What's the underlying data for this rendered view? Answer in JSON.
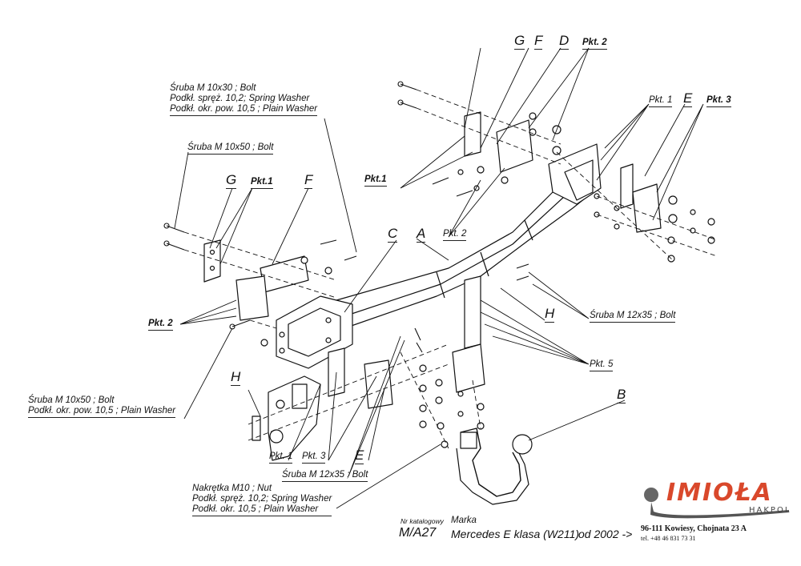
{
  "diagram": {
    "title": "Tow bar installation diagram",
    "part_letters": {
      "A": "A",
      "B": "B",
      "C": "C",
      "D": "D",
      "E": "E",
      "F": "F",
      "G": "G",
      "H": "H"
    },
    "callouts": {
      "bolt_m10x30_line1": "Śruba M 10x30 ;  Bolt",
      "bolt_m10x30_line2": "Podkł. spręż. 10,2; Spring Washer",
      "bolt_m10x30_line3": "Podkł. okr. pow. 10,5  ; Plain Washer",
      "bolt_m10x50_top": "Śruba M 10x50 ;  Bolt",
      "bolt_m10x50_left_line1": "Śruba M 10x50 ;  Bolt",
      "bolt_m10x50_left_line2": "Podkł. okr. pow. 10,5  ; Plain Washer",
      "bolt_m12x35_right": "Śruba M 12x35 ;  Bolt",
      "bolt_m12x35_bottom": "Śruba M 12x35 ;  Bolt",
      "nut_line1": "Nakrętka  M10 ; Nut",
      "nut_line2": "Podkł. spręż. 10,2; Spring Washer",
      "nut_line3": "Podkł. okr. 10,5  ; Plain Washer",
      "pkt1_left": "Pkt.1",
      "pkt1_upper": "Pkt.1",
      "pkt1_right": "Pkt. 1",
      "pkt1_bottom": "Pkt. 1",
      "pkt2_left": "Pkt. 2",
      "pkt2_top": "Pkt. 2",
      "pkt2_mid": "Pkt. 2",
      "pkt3_right": "Pkt. 3",
      "pkt3_bottom": "Pkt. 3",
      "pkt5": "Pkt. 5"
    }
  },
  "footer": {
    "catalog_label": "Nr katalogowy",
    "catalog_number": "M/A27",
    "make_label": "Marka",
    "model": "Mercedes E klasa (W211)",
    "year": "od  2002 ->"
  },
  "brand": {
    "name": "IMIOŁA",
    "sub": "HAKPOL",
    "address": "96-111 Kowiesy, Chojnata 23 A",
    "phone": "tel. +48 46 831 73 31",
    "accent_color": "#d9482b",
    "logo_icon": "tow-ball-icon"
  }
}
